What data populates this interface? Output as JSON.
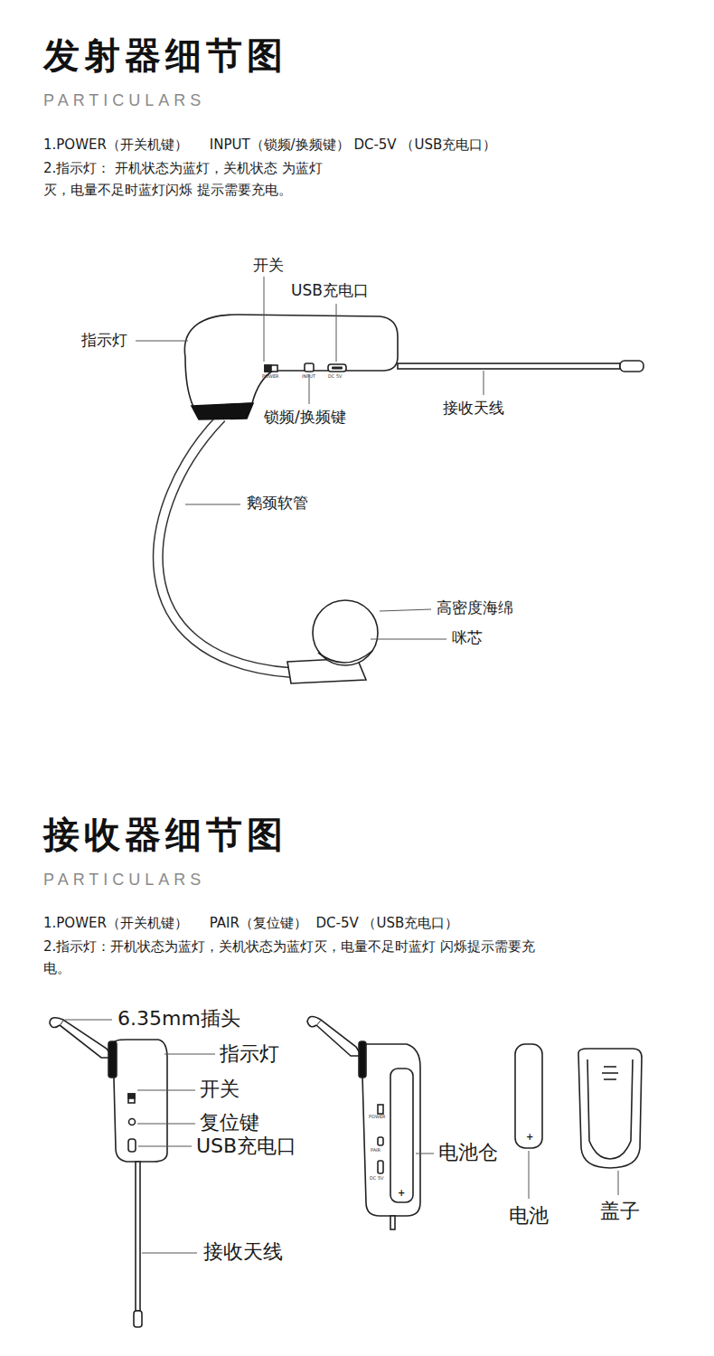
{
  "diagram": {
    "title": "发射器细节图",
    "labels": [
      "PARTICULARS",
      "1.POWER（开关机键）     INPUT（锁频/换频键） DC-5V （USB充电口）",
      "2.指示灯： 开机状态为蓝灯，关机状态 为蓝灯灭，电量不足时蓝灯闪烁 提示需要充电。",
      "开关",
      "USB充电口",
      "指示灯",
      "POWER",
      "INPUT",
      "DC 5V",
      "锁频/换频键",
      "接收天线",
      "鹅颈软管",
      "高密度海绵",
      "咪芯",
      "接收器细节图",
      "PARTICULARS",
      "1.POWER（开关机键）     PAIR（复位键）  DC-5V （USB充电口）",
      "2.指示灯：开机状态为蓝灯，关机状态为蓝灯灭，电量不足时蓝灯 闪烁提示需要充电。",
      "6.35mm插头",
      "指示灯",
      "开关",
      "复位键",
      "USB充电口",
      "POWER",
      "PAIR",
      "DC 5V",
      "+",
      "电池仓",
      "+",
      "电池",
      "盖子",
      "接收天线"
    ]
  }
}
